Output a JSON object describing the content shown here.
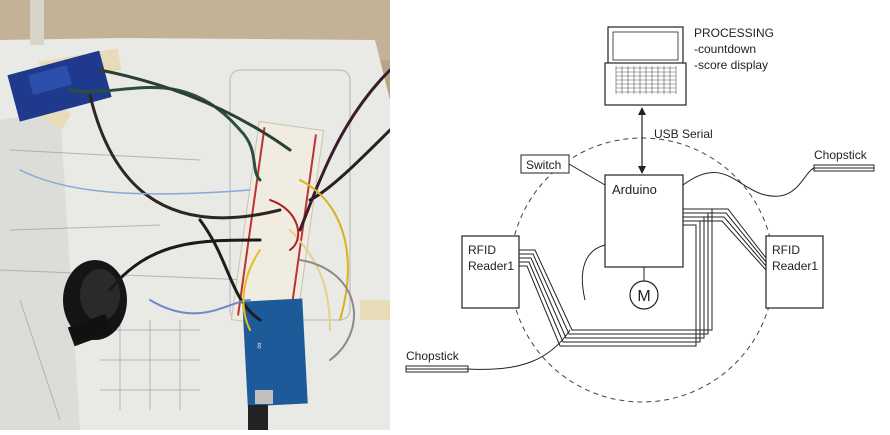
{
  "diagram": {
    "processing_title": "PROCESSING",
    "processing_line1": "-countdown",
    "processing_line2": "-score display",
    "usb_label": "USB Serial",
    "switch_label": "Switch",
    "arduino_label": "Arduino",
    "motor_label": "M",
    "rfid_left_line1": "RFID",
    "rfid_left_line2": "Reader1",
    "rfid_right_line1": "RFID",
    "rfid_right_line2": "Reader1",
    "chopstick_top": "Chopstick",
    "chopstick_bottom": "Chopstick"
  }
}
